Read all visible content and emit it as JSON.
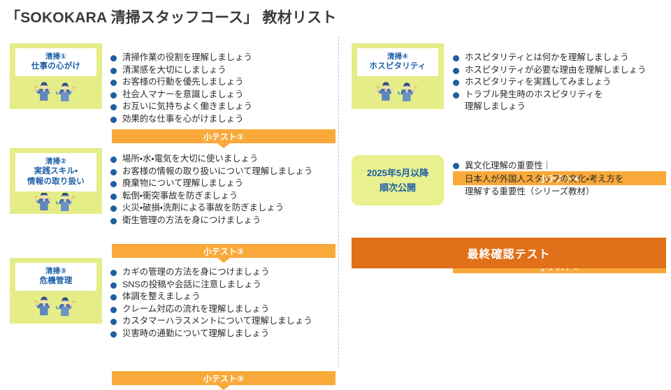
{
  "page_title": "「SOKOKARA 清掃スタッフコース」 教材リスト",
  "colors": {
    "module_card_green": "#e4ed87",
    "notice_green": "#e9f08e",
    "quiz_orange": "#f9a93a",
    "final_test_orange": "#e0701a",
    "bullet_blue": "#1f5f9e",
    "label_blue": "#1c5fa8"
  },
  "left_column": {
    "modules": [
      {
        "number_label": "清掃①",
        "title": "仕事の心がけ",
        "illustration": "two-cleaning-staff-illustration",
        "items": [
          "清掃作業の役割を理解しましょう",
          "清潔感を大切にしましょう",
          "お客様の行動を優先しましょう",
          "社会人マナーを意識しましょう",
          "お互いに気持ちよく働きましょう",
          "効果的な仕事を心がけましょう"
        ],
        "quiz_label": "小テスト①"
      },
      {
        "number_label": "清掃②",
        "title": "実践スキル・\n情報の取り扱い",
        "illustration": "two-cleaning-staff-illustration",
        "items": [
          "場所・水・電気を大切に使いましょう",
          "お客様の情報の取り扱いについて理解しましょう",
          "廃棄物について理解しましょう",
          "転倒・衝突事故を防ぎましょう",
          "火災・破損・洗剤による事故を防ぎましょう",
          "衛生管理の方法を身につけましょう"
        ],
        "quiz_label": "小テスト②"
      },
      {
        "number_label": "清掃③",
        "title": "危機管理",
        "illustration": "two-cleaning-staff-illustration",
        "items": [
          "カギの管理の方法を身につけましょう",
          "SNSの投稿や会話に注意しましょう",
          "体調を整えましょう",
          "クレーム対応の流れを理解しましょう",
          "カスタマーハラスメントについて理解しましょう",
          "災害時の通勤について理解しましょう"
        ],
        "quiz_label": "小テスト③"
      }
    ]
  },
  "right_column": {
    "module": {
      "number_label": "清掃④",
      "title": "ホスピタリティ",
      "illustration": "two-cleaning-staff-illustration",
      "items": [
        "ホスピタリティとは何かを理解しましょう",
        "ホスピタリティが必要な理由を理解しましょう",
        "ホスピタリティを実践してみましょう",
        "トラブル発生時のホスピタリティを\n理解しましょう"
      ],
      "quiz_label": "小テスト④"
    },
    "notice": {
      "line1": "2025年5月以降",
      "line2": "順次公開",
      "items": [
        "異文化理解の重要性｜\n日本人が外国人スタッフの文化・考え方を\n理解する重要性（シリーズ教材）"
      ],
      "quiz_label": "小テスト⑤"
    },
    "final_test_label": "最終確認テスト"
  }
}
